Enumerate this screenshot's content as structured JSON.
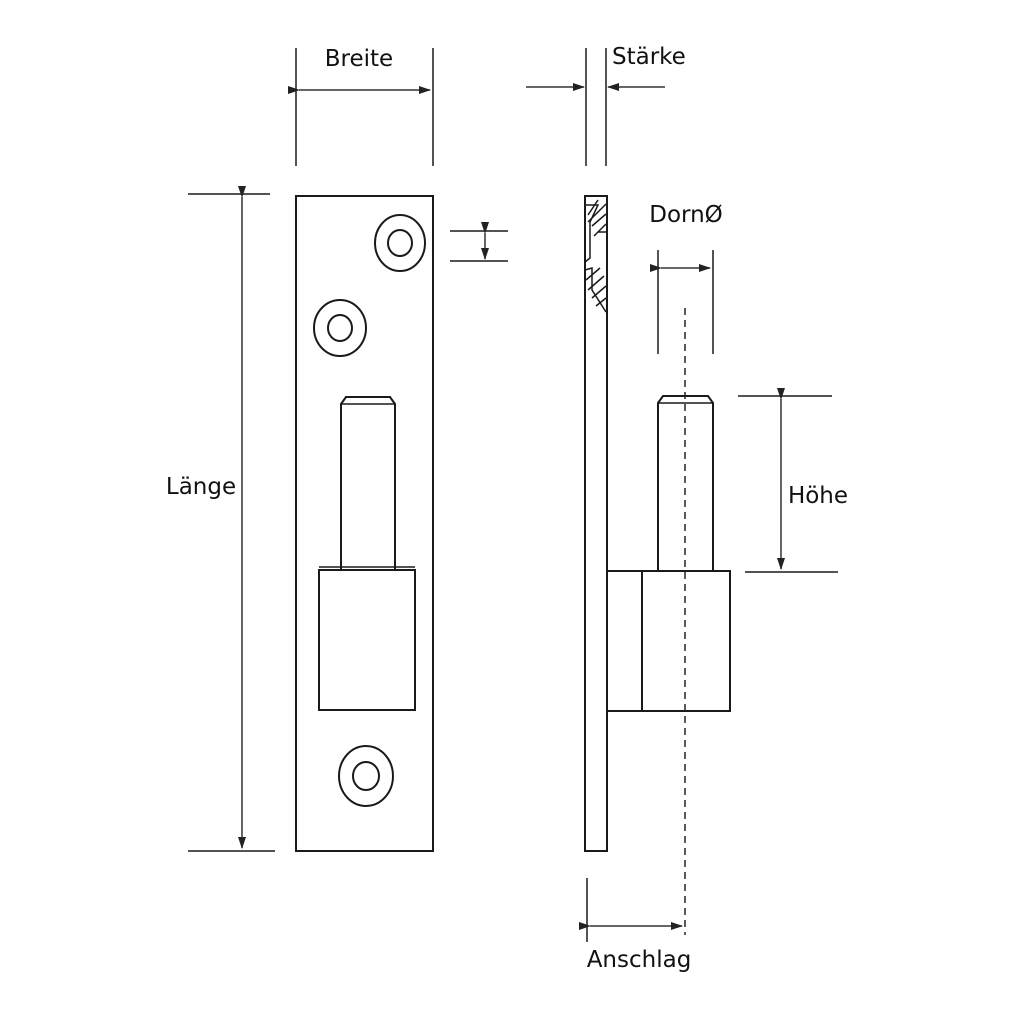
{
  "labels": {
    "width": "Breite",
    "thickness": "Stärke",
    "length": "Länge",
    "pin_diameter": "DornØ",
    "height": "Höhe",
    "offset": "Anschlag"
  }
}
